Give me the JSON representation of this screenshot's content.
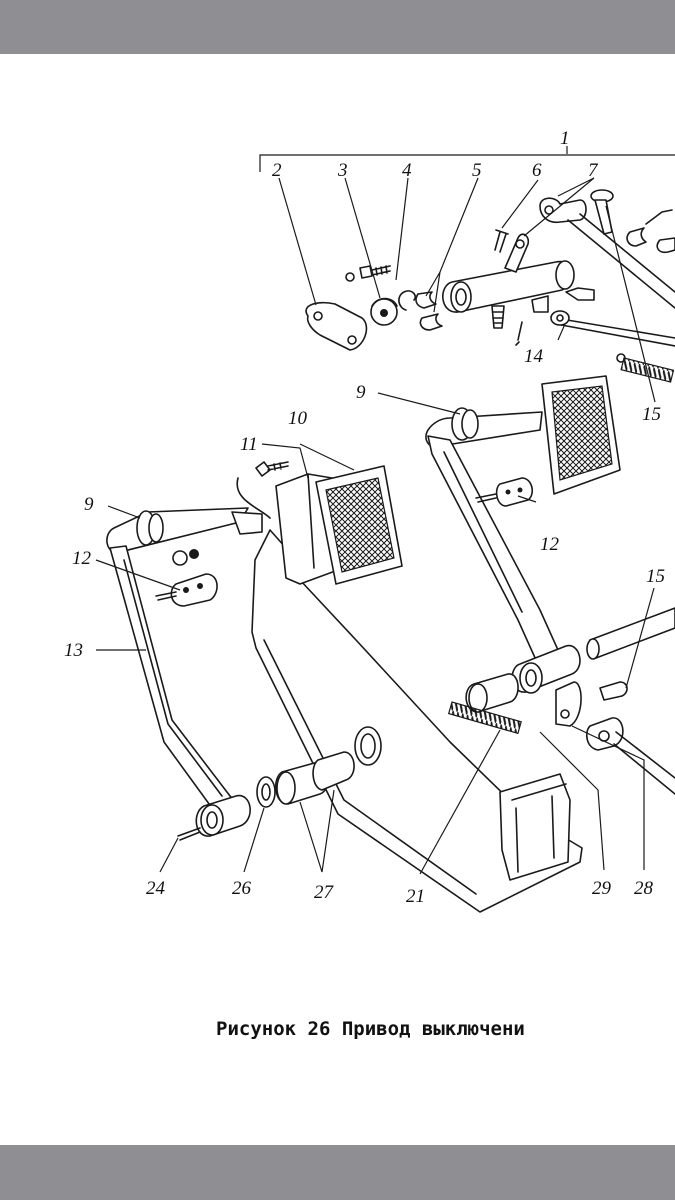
{
  "caption": "Рисунок 26 Привод выключени",
  "callouts": {
    "c1": "1",
    "c2": "2",
    "c3": "3",
    "c4": "4",
    "c5": "5",
    "c6": "6",
    "c7": "7",
    "c14": "14",
    "c15a": "15",
    "c9a": "9",
    "c10": "10",
    "c11": "11",
    "c9b": "9",
    "c12a": "12",
    "c12b": "12",
    "c13": "13",
    "c15b": "15",
    "c24": "24",
    "c26": "26",
    "c27": "27",
    "c21": "21",
    "c29": "29",
    "c28": "28"
  }
}
